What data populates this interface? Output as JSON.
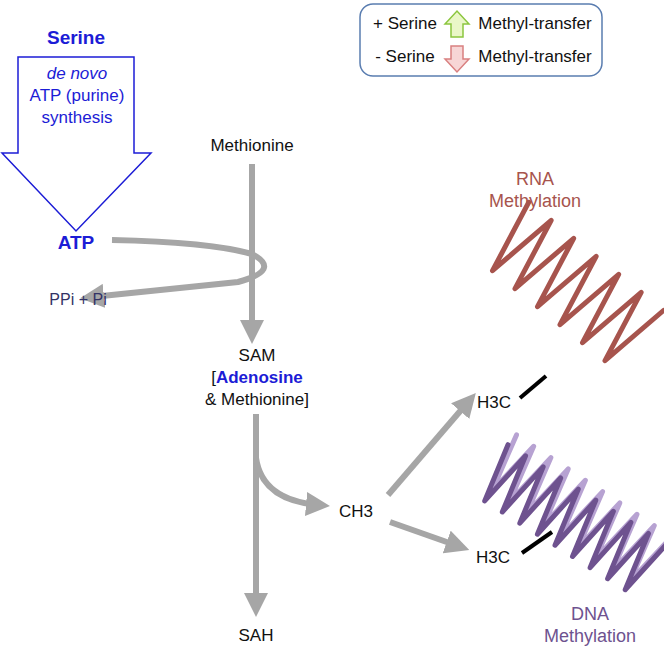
{
  "diagram": {
    "nodes": [
      {
        "text": [
          "de novo",
          "ATP (purine) synthesis"
        ]
      }
    ],
    "labels": [
      "Serine",
      "ATP",
      "Methionine",
      "PPi + Pi",
      "SAM",
      "[",
      "Adenosine",
      "& Methionine]",
      "CH3",
      "SAH",
      "RNA Methylation",
      "H3C",
      "H3C",
      "DNA Methylation",
      "Methyl-transfer",
      "Methyl-transfer"
    ],
    "legend": [
      {
        "text": "+ Serine"
      },
      {
        "text": "- Serine"
      }
    ]
  }
}
